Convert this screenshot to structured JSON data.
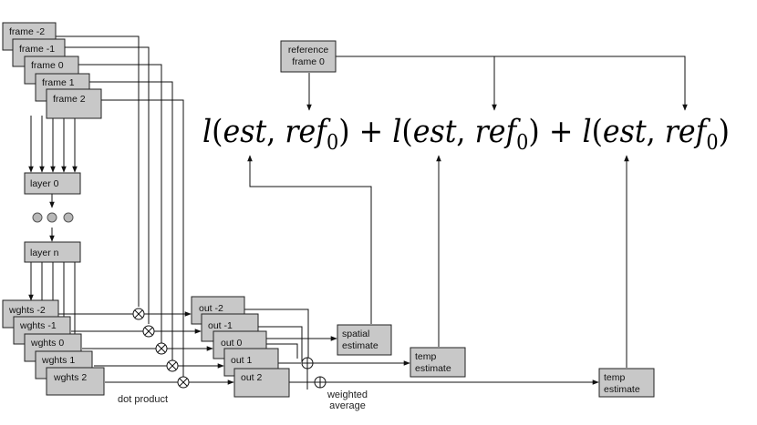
{
  "nodes": {
    "reference": {
      "line1": "reference",
      "line2": "frame 0"
    },
    "frames": [
      "frame -2",
      "frame -1",
      "frame 0",
      "frame 1",
      "frame 2"
    ],
    "layer_first": "layer 0",
    "layer_last": "layer n",
    "weights": [
      "wghts -2",
      "wghts -1",
      "wghts 0",
      "wghts 1",
      "wghts 2"
    ],
    "outs": [
      "out -2",
      "out -1",
      "out 0",
      "out 1",
      "out 2"
    ],
    "spatial_estimate": {
      "line1": "spatial",
      "line2": "estimate"
    },
    "temp_estimate_1": {
      "line1": "temp",
      "line2": "estimate"
    },
    "temp_estimate_2": {
      "line1": "temp",
      "line2": "estimate"
    }
  },
  "operators": {
    "multiply_symbol": "⊗",
    "add_symbol": "⊕"
  },
  "labels": {
    "dot_product": "dot product",
    "weighted_average_line1": "weighted",
    "weighted_average_line2": "average"
  },
  "equation": {
    "terms": [
      {
        "fn": "l",
        "open": "(",
        "a": "est",
        "sep": ", ",
        "b": "ref",
        "sub": "0",
        "close": ")"
      },
      {
        "fn": "l",
        "open": "(",
        "a": "est",
        "sep": ", ",
        "b": "ref",
        "sub": "0",
        "close": ")"
      },
      {
        "fn": "l",
        "open": "(",
        "a": "est",
        "sep": ", ",
        "b": "ref",
        "sub": "0",
        "close": ")"
      }
    ],
    "plus": " + "
  },
  "colors": {
    "box_fill": "#c8c8c8",
    "line": "#111111"
  }
}
